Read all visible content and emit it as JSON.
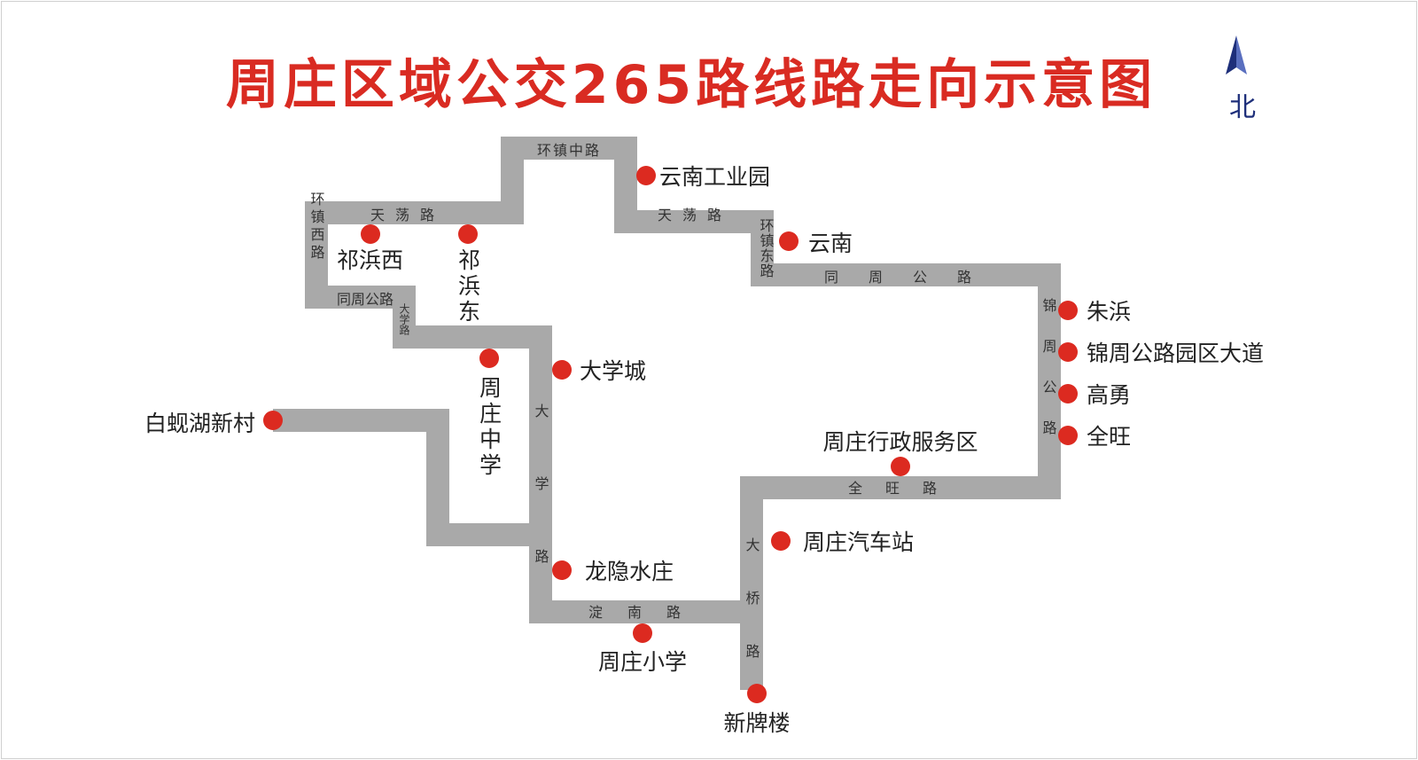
{
  "title": "周庄区域公交265路线路走向示意图",
  "north_label": "北",
  "colors": {
    "title": "#d92b22",
    "route": "#a9a9a9",
    "stop": "#dc2a20",
    "north_arrow": "#1e2f7a"
  },
  "roads": {
    "huanzhen_zhong": "环镇中路",
    "tiandang_1": "天荡路",
    "tiandang_2": "天荡路",
    "huanzhen_xi": "环镇西路",
    "huanzhen_dong": "环镇东路",
    "tongzhou_west": "同周公路",
    "tongzhou_east": "同周公路",
    "daxue_short": "大学路",
    "daxue_main": "大学路",
    "dianan": "淀南路",
    "daqiao": "大桥路",
    "quanwang": "全旺路",
    "jinzhou": "锦周公路"
  },
  "stops": {
    "yunnan_park": "云南工业园",
    "yunnan": "云南",
    "qibin_west": "祁浜西",
    "qibin_east": "祁浜东",
    "zhuang_high": "周庄中学",
    "university_city": "大学城",
    "baixianhu": "白蚬湖新村",
    "longyin": "龙隐水庄",
    "primary_school": "周庄小学",
    "xinpailou": "新牌楼",
    "bus_station": "周庄汽车站",
    "admin_center": "周庄行政服务区",
    "zhubin": "朱浜",
    "jinzhou_dadao": "锦周公路园区大道",
    "gaoyong": "高勇",
    "quanwang": "全旺"
  }
}
